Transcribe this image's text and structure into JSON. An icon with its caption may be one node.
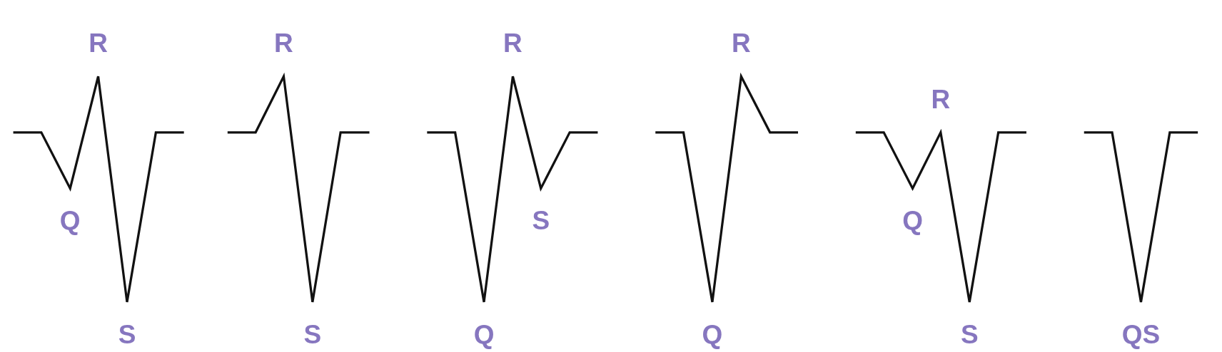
{
  "diagram": {
    "labels": [
      "R",
      "Q",
      "S",
      "R",
      "S",
      "R",
      "S",
      "Q",
      "R",
      "Q",
      "R",
      "Q",
      "S",
      "QS"
    ]
  }
}
